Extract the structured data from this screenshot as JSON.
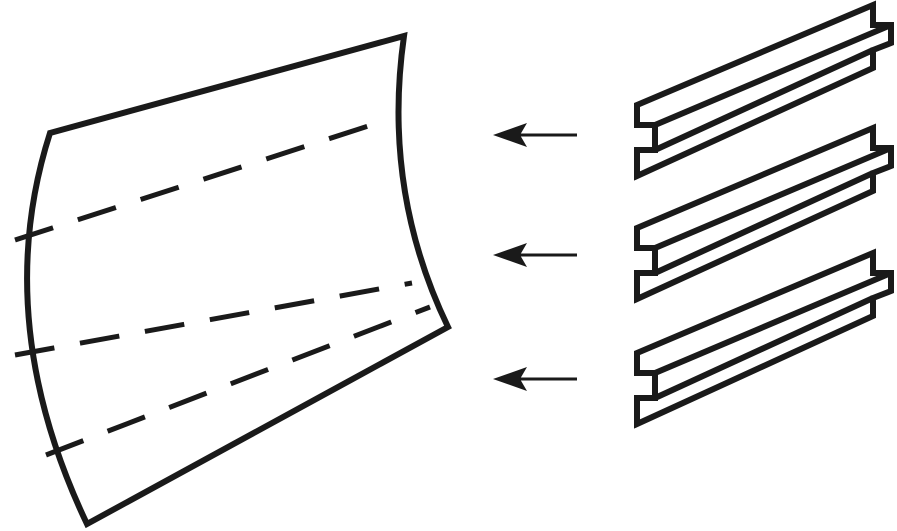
{
  "diagram": {
    "panel": {
      "icon": "curved-panel-with-dashed-seams",
      "seam_count": 3
    },
    "arrows": [
      {
        "icon": "left-arrow"
      },
      {
        "icon": "left-arrow"
      },
      {
        "icon": "left-arrow"
      }
    ],
    "boards": [
      {
        "icon": "tongue-and-groove-board"
      },
      {
        "icon": "tongue-and-groove-board"
      },
      {
        "icon": "tongue-and-groove-board"
      }
    ],
    "colors": {
      "stroke": "#1a1a1a",
      "background": "#ffffff"
    }
  }
}
